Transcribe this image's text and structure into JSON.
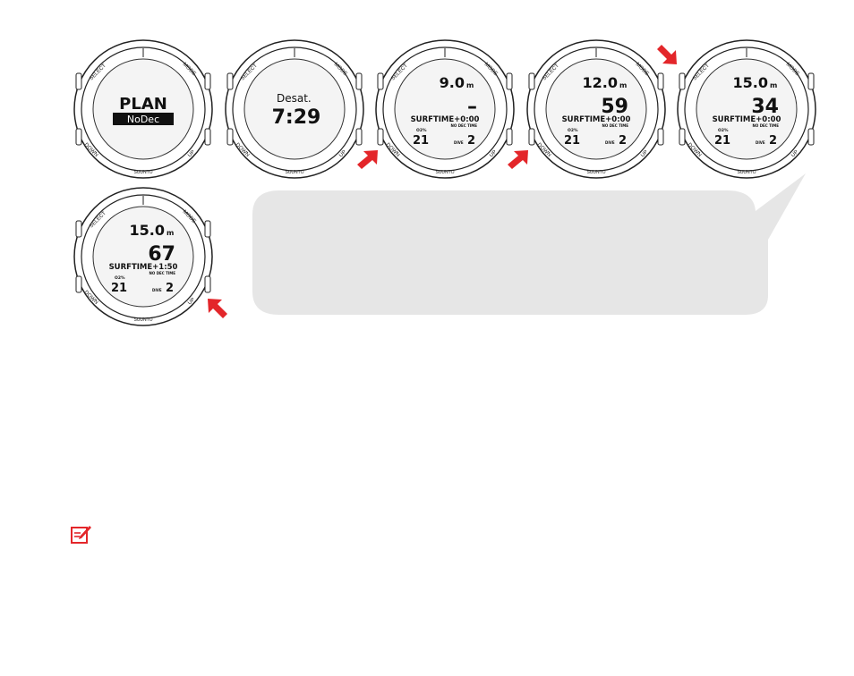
{
  "brand": "SUUNTO",
  "bezel": {
    "top_left": "SELECT",
    "top_right": "MODE",
    "bottom_left": "DOWN",
    "bottom_right": "UP"
  },
  "watches": [
    {
      "line1": "PLAN",
      "line2": "NoDec"
    },
    {
      "label": "Desat.",
      "value": "7:29"
    },
    {
      "depth": "9.0",
      "unit": "m",
      "ndl": "–",
      "surftime": "SURFTIME+0:00",
      "ndl_label": "NO DEC TIME",
      "o2_label": "O2%",
      "o2": "21",
      "dive_label": "DIVE",
      "dive": "2"
    },
    {
      "depth": "12.0",
      "unit": "m",
      "ndl": "59",
      "surftime": "SURFTIME+0:00",
      "ndl_label": "NO DEC TIME",
      "o2_label": "O2%",
      "o2": "21",
      "dive_label": "DIVE",
      "dive": "2"
    },
    {
      "depth": "15.0",
      "unit": "m",
      "ndl": "34",
      "surftime": "SURFTIME+0:00",
      "ndl_label": "NO DEC TIME",
      "o2_label": "O2%",
      "o2": "21",
      "dive_label": "DIVE",
      "dive": "2"
    },
    {
      "depth": "15.0",
      "unit": "m",
      "ndl": "67",
      "surftime": "SURFTIME+1:50",
      "ndl_label": "NO DEC TIME",
      "o2_label": "O2%",
      "o2": "21",
      "dive_label": "DIVE",
      "dive": "2"
    }
  ],
  "colors": {
    "arrow": "#e3262a",
    "bubble": "#e6e6e6",
    "note_icon": "#e3262a"
  },
  "icons": {
    "arrow": "press-arrow-icon",
    "note": "note-pencil-icon"
  }
}
